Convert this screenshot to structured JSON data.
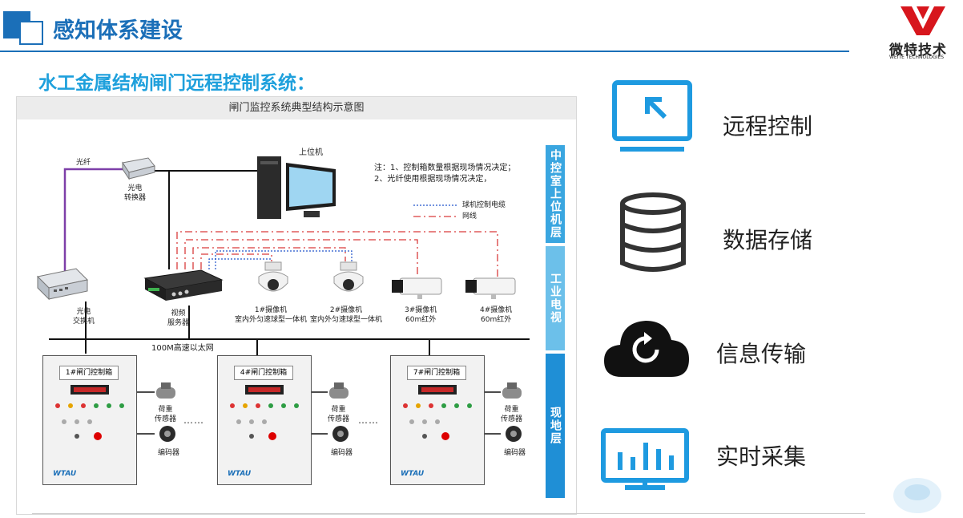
{
  "header": {
    "title": "感知体系建设",
    "subtitle": "水工金属结构闸门远程控制系统：",
    "logo_cn": "微特技术",
    "logo_en": "WEITE TECHNOLOGIES",
    "brand_color": "#1b6fb8",
    "accent_color": "#1ea0dc"
  },
  "diagram": {
    "title": "闸门监控系统典型结构示意图",
    "layers": [
      "中控室上位机层",
      "工业电视",
      "现地层"
    ],
    "host_label": "上位机",
    "fiber_label": "光纤",
    "converter_label": "光电\n转换器",
    "switch_label": "光电\n交换机",
    "video_server_label": "视频\n服务器",
    "network_label": "100M高速以太网",
    "note": "注：1、控制箱数量根据现场情况决定；\n      2、光纤使用根据现场情况决定，",
    "legend": [
      {
        "icon": "dotted-line-icon",
        "label": "球机控制电缆"
      },
      {
        "icon": "dashed-line-icon",
        "label": "网线"
      }
    ],
    "cameras": [
      {
        "label": "1#摄像机\n室内外匀速球型一体机",
        "icon": "dome-camera-icon"
      },
      {
        "label": "2#摄像机\n室内外匀速球型一体机",
        "icon": "dome-camera-icon"
      },
      {
        "label": "3#摄像机\n60m红外",
        "icon": "bullet-camera-icon"
      },
      {
        "label": "4#摄像机\n60m红外",
        "icon": "bullet-camera-icon"
      }
    ],
    "cabinets": [
      {
        "label": "1#闸门控制箱"
      },
      {
        "label": "4#闸门控制箱"
      },
      {
        "label": "7#闸门控制箱"
      }
    ],
    "cabinet_brand": "WTAU",
    "sensor_label": "荷重\n传感器",
    "encoder_label": "编码器",
    "ellipsis": "……"
  },
  "features": [
    {
      "label": "远程控制",
      "icon": "remote-control-icon"
    },
    {
      "label": "数据存储",
      "icon": "database-icon"
    },
    {
      "label": "信息传输",
      "icon": "cloud-refresh-icon"
    },
    {
      "label": "实时采集",
      "icon": "bar-chart-monitor-icon"
    }
  ]
}
